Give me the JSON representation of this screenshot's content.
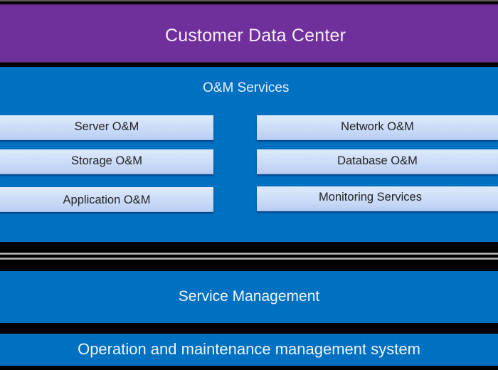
{
  "header": {
    "title": "Customer Data Center",
    "color": "#70309c"
  },
  "om_services": {
    "title": "O&M Services",
    "color": "#0070c0",
    "left_items": [
      {
        "label": "Server O&M"
      },
      {
        "label": "Storage O&M"
      },
      {
        "label": "Application O&M"
      }
    ],
    "right_items": [
      {
        "label": "Network O&M"
      },
      {
        "label": "Database O&M"
      },
      {
        "label": "Monitoring Services"
      }
    ]
  },
  "service_management": {
    "label": "Service Management"
  },
  "om_system": {
    "label": "Operation and maintenance management system"
  }
}
